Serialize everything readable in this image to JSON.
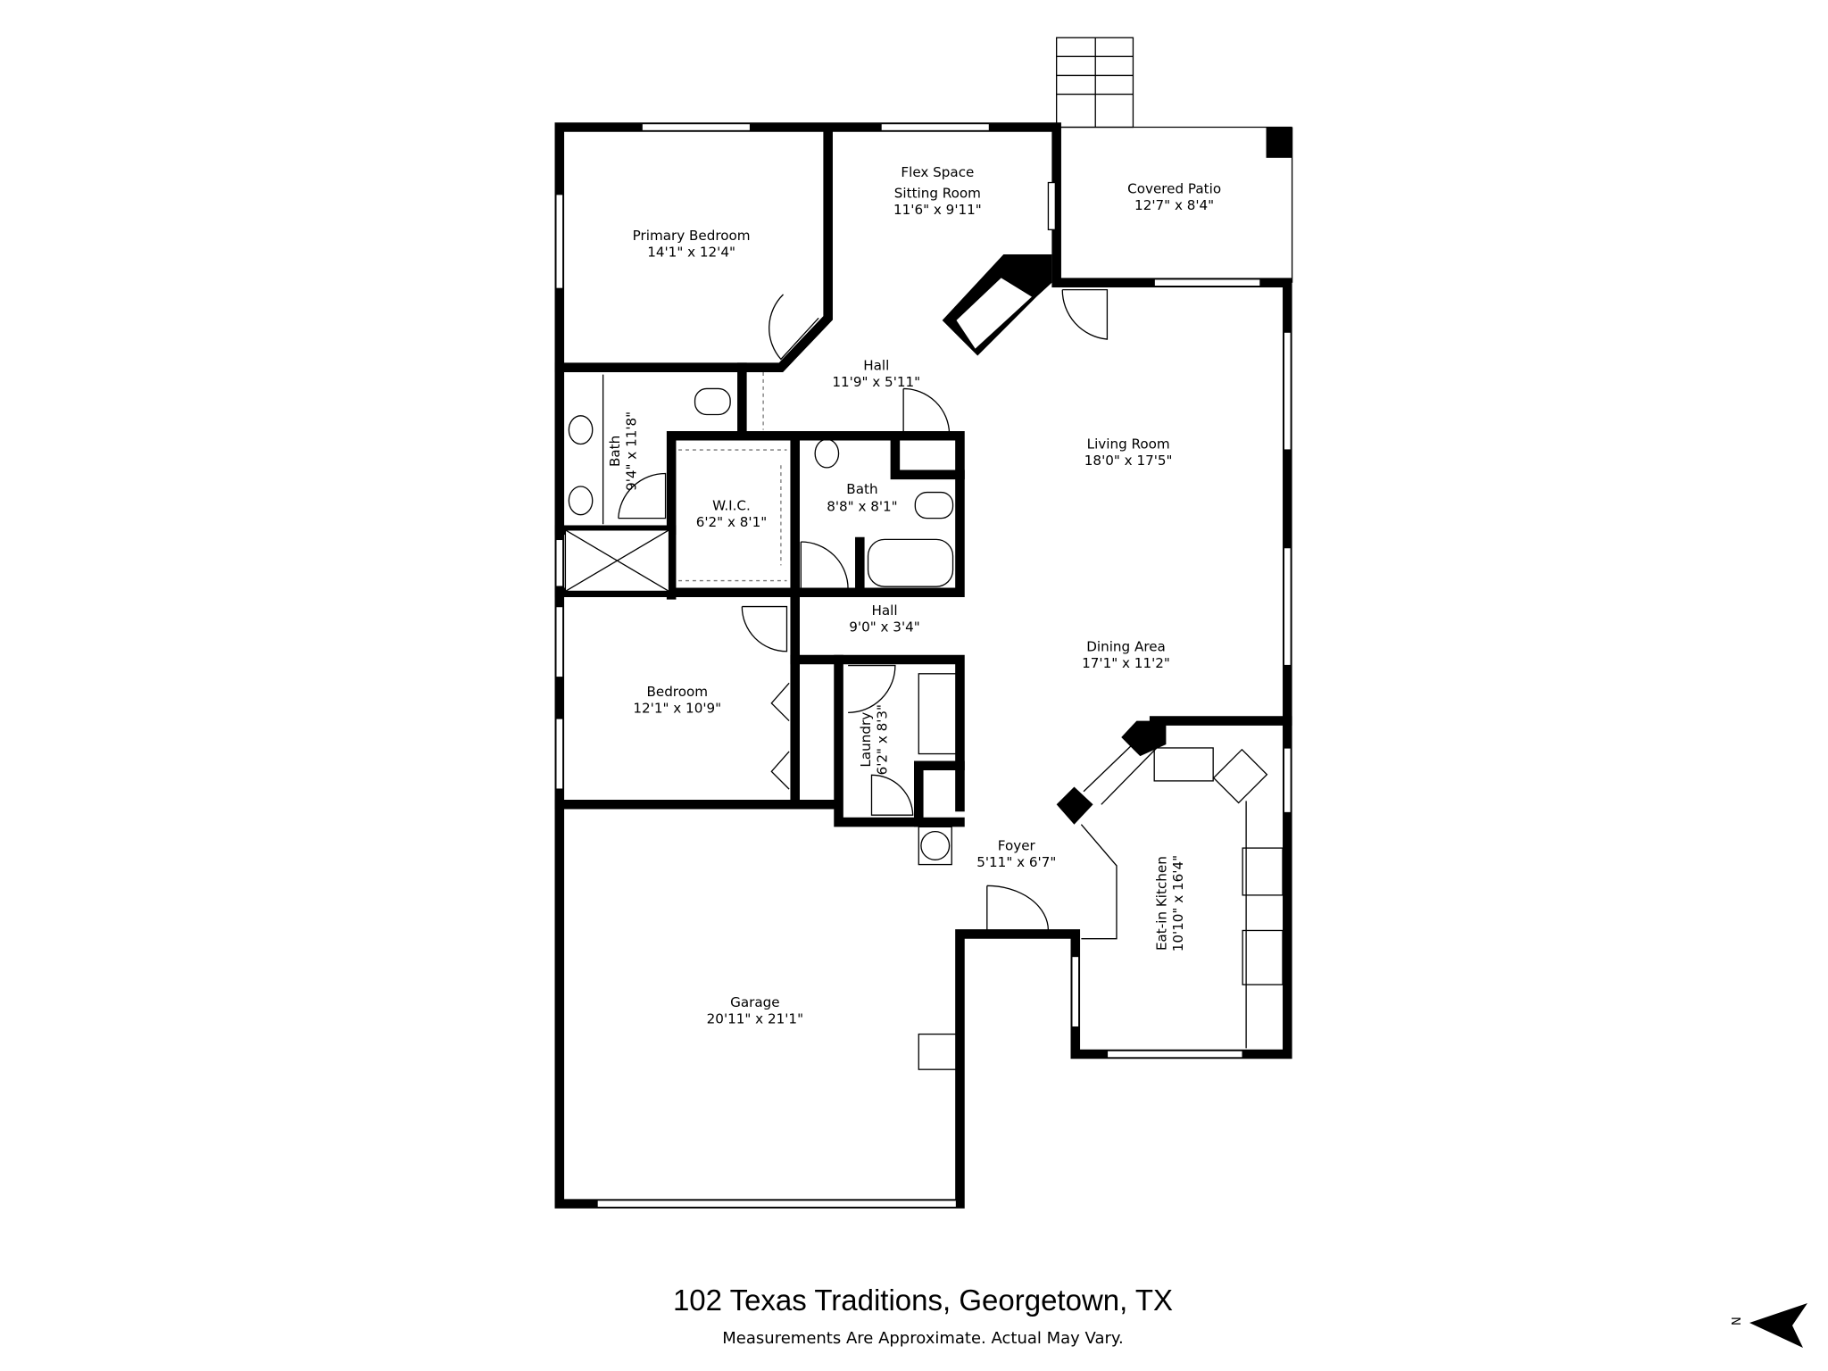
{
  "address": "102 Texas Traditions, Georgetown, TX",
  "disclaimer": "Measurements Are Approximate. Actual May Vary.",
  "compass": {
    "label": "N",
    "icon": "north-arrow-icon"
  },
  "rooms": {
    "primary_bedroom": {
      "name": "Primary Bedroom",
      "size": "14'1\" x 12'4\""
    },
    "flex_space": {
      "name": "Flex Space",
      "name2": "Sitting Room",
      "size": "11'6\" x 9'11\""
    },
    "covered_patio": {
      "name": "Covered Patio",
      "size": "12'7\" x 8'4\""
    },
    "hall_upper": {
      "name": "Hall",
      "size": "11'9\" x 5'11\""
    },
    "primary_bath": {
      "name": "Bath",
      "size": "9'4\" x 11'8\""
    },
    "wic": {
      "name": "W.I.C.",
      "size": "6'2\" x 8'1\""
    },
    "bath": {
      "name": "Bath",
      "size": "8'8\" x 8'1\""
    },
    "living_room": {
      "name": "Living Room",
      "size": "18'0\" x 17'5\""
    },
    "hall_lower": {
      "name": "Hall",
      "size": "9'0\" x 3'4\""
    },
    "dining_area": {
      "name": "Dining Area",
      "size": "17'1\" x 11'2\""
    },
    "bedroom": {
      "name": "Bedroom",
      "size": "12'1\" x 10'9\""
    },
    "laundry": {
      "name": "Laundry",
      "size": "6'2\" x 8'3\""
    },
    "foyer": {
      "name": "Foyer",
      "size": "5'11\" x 6'7\""
    },
    "kitchen": {
      "name": "Eat-in Kitchen",
      "size": "10'10\" x 16'4\""
    },
    "garage": {
      "name": "Garage",
      "size": "20'11\" x 21'1\""
    }
  }
}
